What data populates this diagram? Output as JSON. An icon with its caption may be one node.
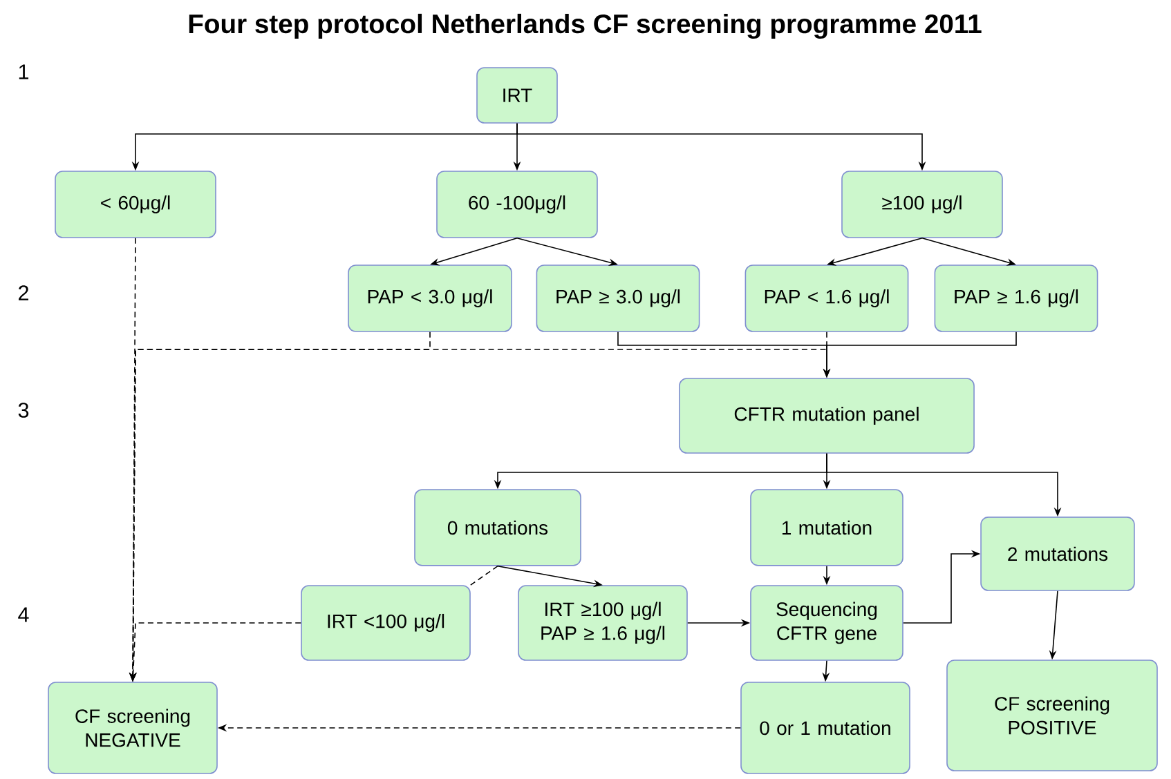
{
  "diagram": {
    "title": "Four step protocol Netherlands CF screening programme 2011",
    "nodes": [
      {
        "text": [
          "IRT"
        ]
      },
      {
        "text": [
          "< 60μg/l"
        ]
      },
      {
        "text": [
          "60 -100μg/l"
        ]
      },
      {
        "text": [
          "≥100 μg/l"
        ]
      },
      {
        "text": [
          "PAP < 3.0 μg/l"
        ]
      },
      {
        "text": [
          "PAP ≥ 3.0 μg/l"
        ]
      },
      {
        "text": [
          "PAP < 1.6 μg/l"
        ]
      },
      {
        "text": [
          "PAP ≥ 1.6 μg/l"
        ]
      },
      {
        "text": [
          "CFTR mutation panel"
        ]
      },
      {
        "text": [
          "0 mutations"
        ]
      },
      {
        "text": [
          "1 mutation"
        ]
      },
      {
        "text": [
          "2 mutations"
        ]
      },
      {
        "text": [
          "IRT <100 μg/l"
        ]
      },
      {
        "text": [
          "IRT ≥100 μg/l PAP ≥ 1.6 μg/l"
        ]
      },
      {
        "text": [
          "Sequencing CFTR gene"
        ]
      },
      {
        "text": [
          "CF screening NEGATIVE"
        ]
      },
      {
        "text": [
          "0 or 1 mutation"
        ]
      },
      {
        "text": [
          "CF screening POSITIVE"
        ]
      }
    ],
    "edges": [
      {
        "from": 0,
        "to": 1,
        "arrow": "to"
      },
      {
        "from": 0,
        "to": 2,
        "arrow": "to"
      },
      {
        "from": 0,
        "to": 3,
        "arrow": "to"
      },
      {
        "from": 2,
        "to": 4,
        "arrow": "to"
      },
      {
        "from": 2,
        "to": 5,
        "arrow": "to"
      },
      {
        "from": 3,
        "to": 6,
        "arrow": "to"
      },
      {
        "from": 3,
        "to": 7,
        "arrow": "to"
      },
      {
        "from": 5,
        "to": 8,
        "arrow": "to"
      },
      {
        "from": 7,
        "to": 8,
        "arrow": "to"
      },
      {
        "from": 1,
        "to": 15,
        "arrow": "to",
        "style": "dashed"
      },
      {
        "from": 4,
        "to": 15,
        "arrow": "to",
        "style": "dashed"
      },
      {
        "from": 6,
        "to": 15,
        "arrow": "to",
        "style": "dashed"
      },
      {
        "from": 8,
        "to": 9,
        "arrow": "to"
      },
      {
        "from": 8,
        "to": 10,
        "arrow": "to"
      },
      {
        "from": 8,
        "to": 11,
        "arrow": "to"
      },
      {
        "from": 9,
        "to": 12,
        "arrow": "none",
        "style": "dashed"
      },
      {
        "from": 9,
        "to": 13,
        "arrow": "to"
      },
      {
        "from": 12,
        "to": 15,
        "arrow": "to",
        "style": "dashed"
      },
      {
        "from": 13,
        "to": 14,
        "arrow": "to"
      },
      {
        "from": 10,
        "to": 14,
        "arrow": "to"
      },
      {
        "from": 14,
        "to": 11,
        "arrow": "to"
      },
      {
        "from": 14,
        "to": 16,
        "arrow": "to"
      },
      {
        "from": 16,
        "to": 15,
        "arrow": "to",
        "style": "dashed"
      },
      {
        "from": 11,
        "to": 17,
        "arrow": "to"
      }
    ],
    "labels": [
      "1",
      "2",
      "3",
      "4"
    ]
  }
}
